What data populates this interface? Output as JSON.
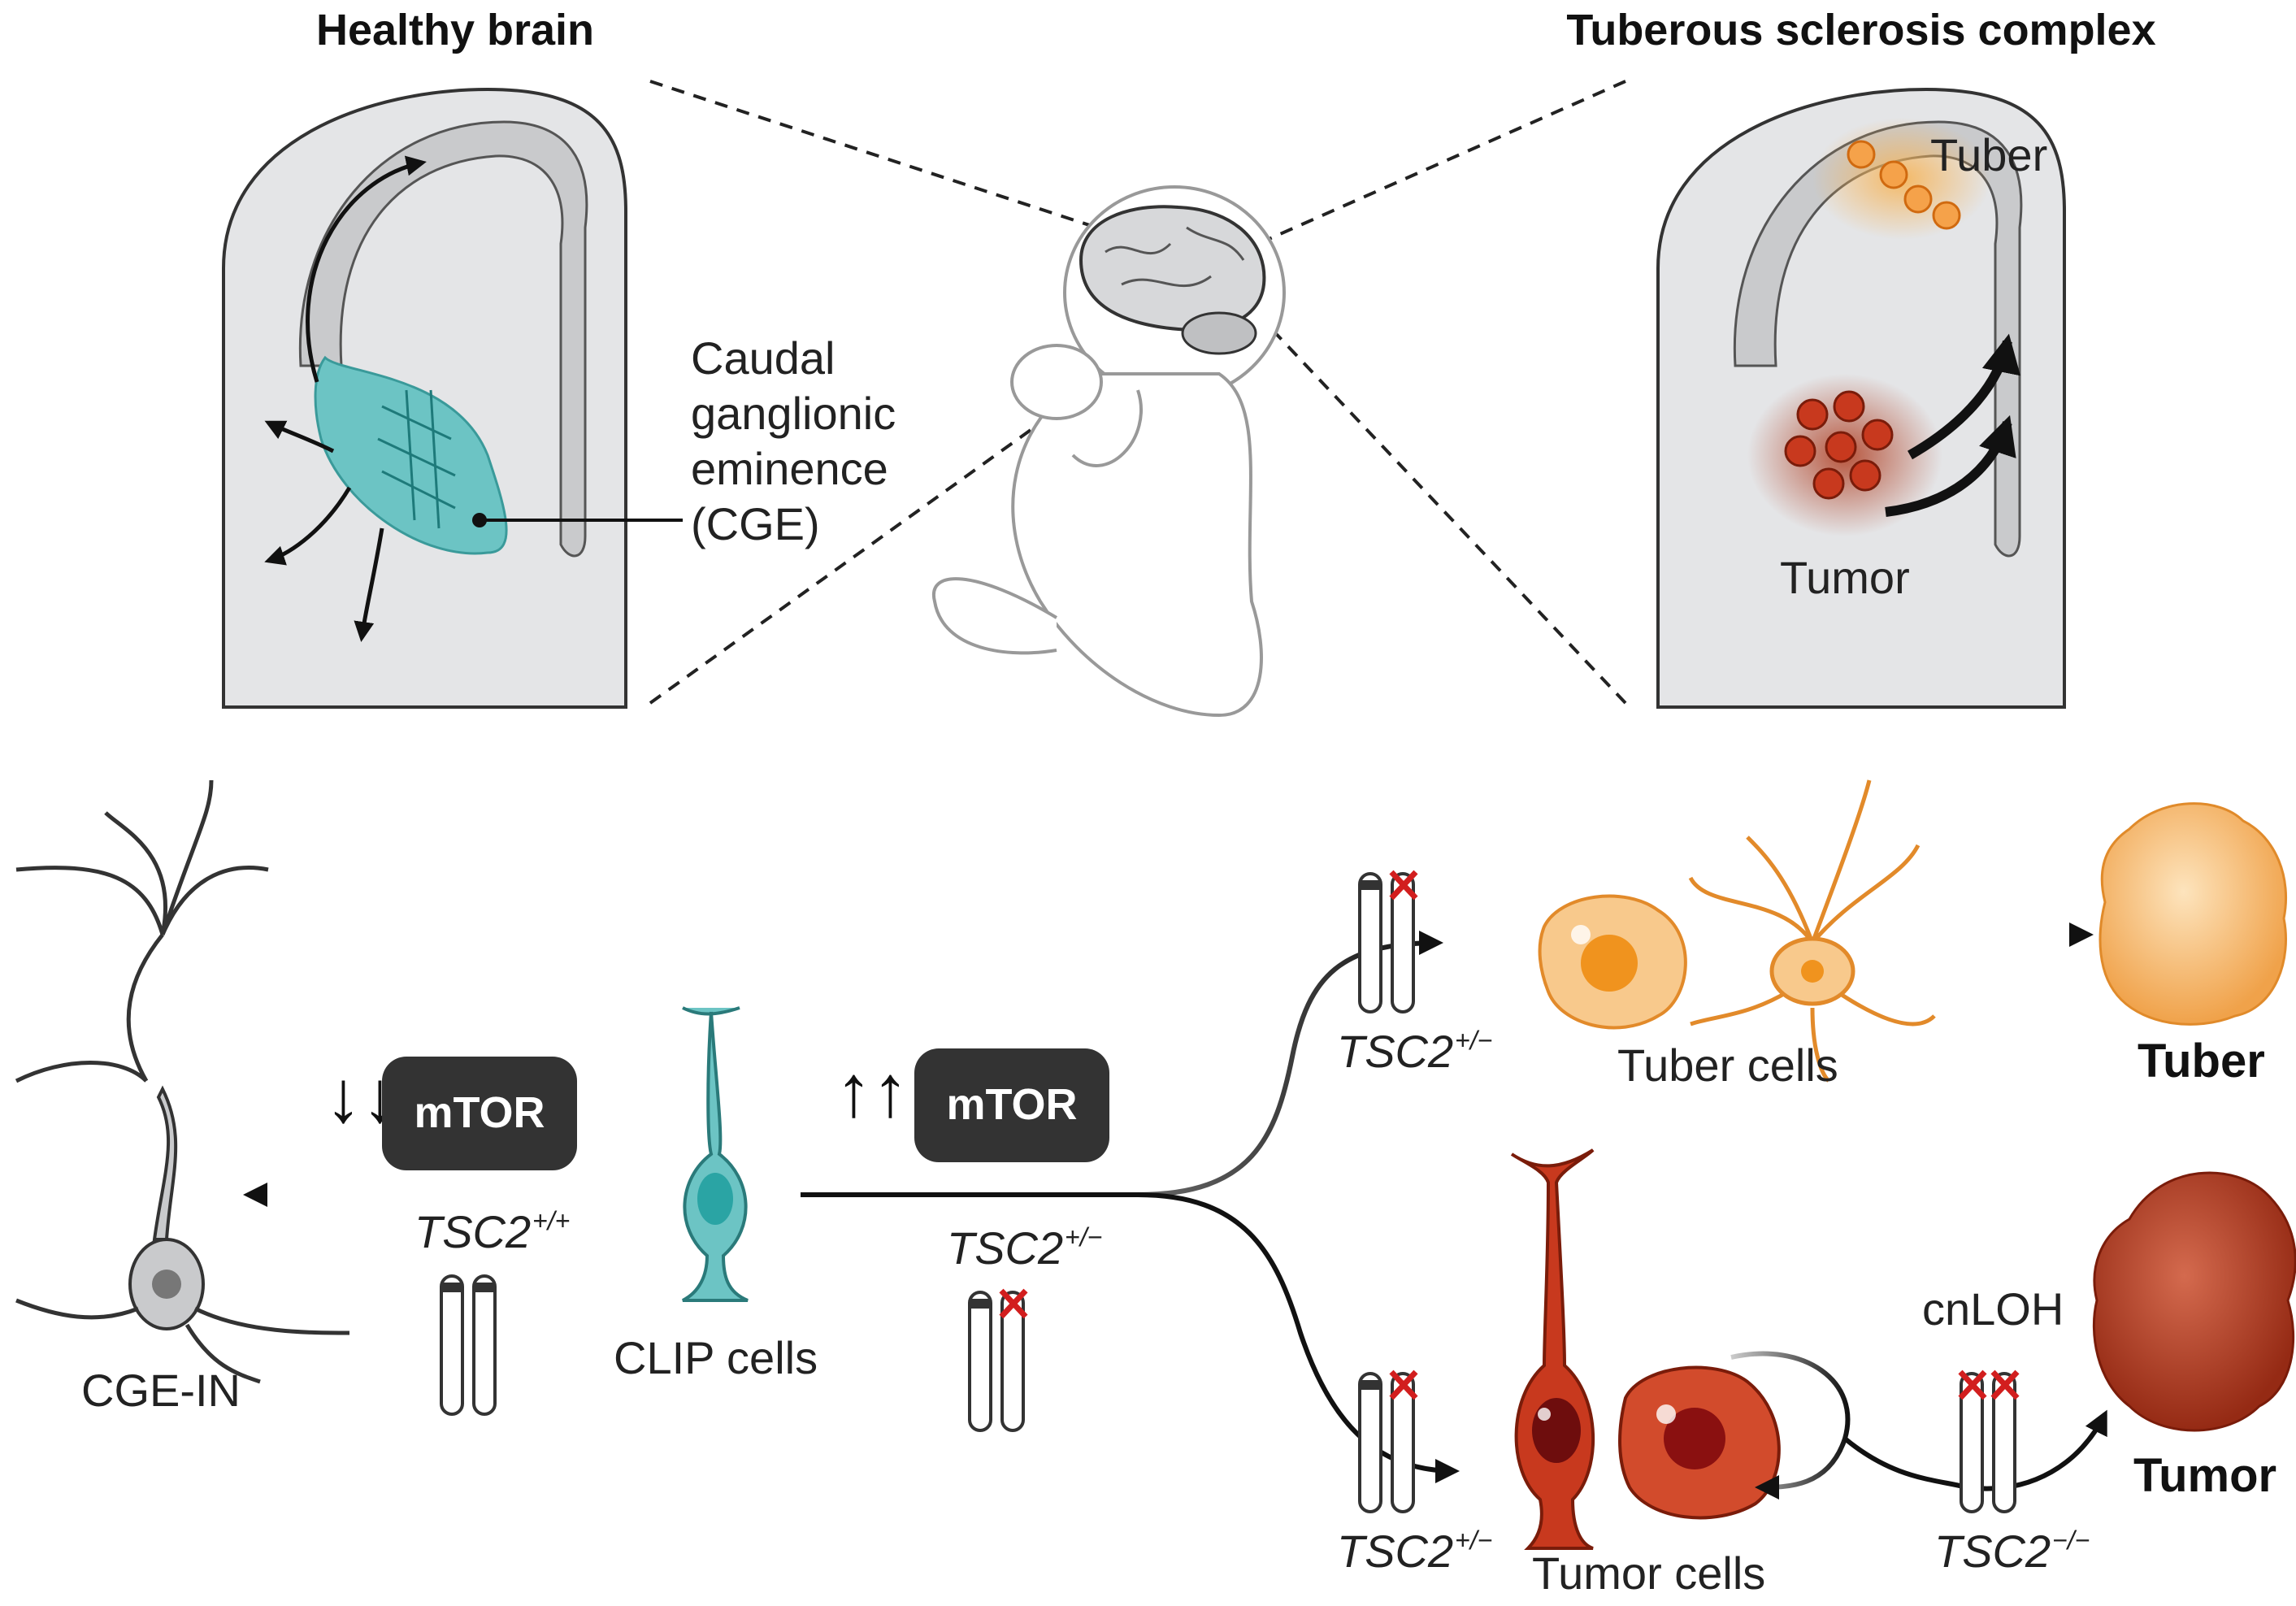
{
  "titles": {
    "healthy": "Healthy brain",
    "tsc": "Tuberous sclerosis complex"
  },
  "labels": {
    "cge_line1": "Caudal",
    "cge_line2": "ganglionic",
    "cge_line3": "eminence",
    "cge_line4": "(CGE)",
    "tuber": "Tuber",
    "tumor": "Tumor",
    "cge_in": "CGE-IN",
    "clip_cells": "CLIP cells",
    "tuber_cells": "Tuber cells",
    "tumor_cells": "Tumor cells",
    "tuber_bold": "Tuber",
    "tumor_bold": "Tumor",
    "cnloh": "cnLOH",
    "mtor_down": "mTOR",
    "mtor_up": "mTOR",
    "down_arrows": "↓↓",
    "up_arrows": "↑↑"
  },
  "genotypes": {
    "tsc2": "TSC2",
    "wt": "+/+",
    "het": "+/−",
    "null": "−/−"
  },
  "colors": {
    "teal": "#6cc4c4",
    "orange": "#f5a24a",
    "red": "#c8391e",
    "dark_box": "#333333",
    "brain_gray": "#e4e5e7",
    "ventricle_gray": "#c9cacc"
  }
}
